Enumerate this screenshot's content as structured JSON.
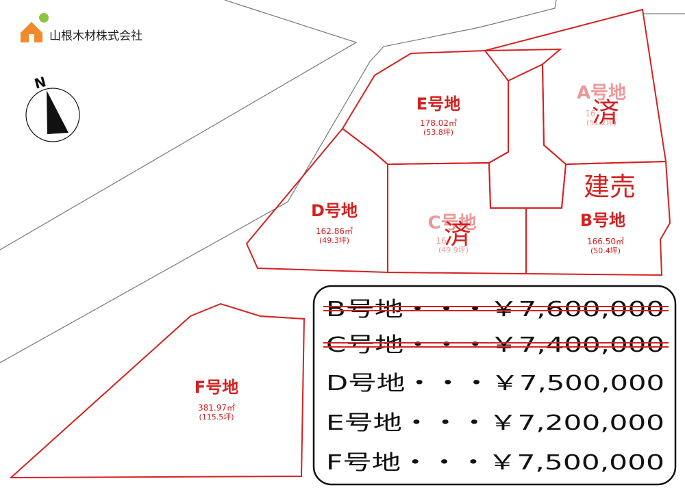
{
  "company": {
    "name": "山根木材株式会社",
    "logo_icon": "house-leaf-logo-icon"
  },
  "compass": {
    "label": "N",
    "icon": "north-arrow-icon"
  },
  "colors": {
    "boundary": "#d62020",
    "road": "#666666",
    "text": "#111111",
    "logo_orange": "#f08a2a",
    "logo_green": "#8cc63f"
  },
  "lots": {
    "A": {
      "name": "A号地",
      "area": "16",
      "tsubo": "(51.2坪)",
      "status": "済"
    },
    "B": {
      "name": "B号地",
      "area": "166.50㎡",
      "tsubo": "(50.4坪)",
      "status": "建売"
    },
    "C": {
      "name": "C号地",
      "area": "16",
      "tsubo": "(49.9坪)",
      "status": "済"
    },
    "D": {
      "name": "D号地",
      "area": "162.86㎡",
      "tsubo": "(49.3坪)"
    },
    "E": {
      "name": "E号地",
      "area": "178.02㎡",
      "tsubo": "(53.8坪)"
    },
    "F": {
      "name": "F号地",
      "area": "381.97㎡",
      "tsubo": "(115.5坪)"
    }
  },
  "price_list": [
    {
      "text": "B号地・・・￥7,600,000",
      "struck": true
    },
    {
      "text": "C号地・・・￥7,400,000",
      "struck": true
    },
    {
      "text": "D号地・・・￥7,500,000",
      "struck": false
    },
    {
      "text": "E号地・・・￥7,200,000",
      "struck": false
    },
    {
      "text": "F号地・・・￥7,500,000",
      "struck": false
    }
  ]
}
